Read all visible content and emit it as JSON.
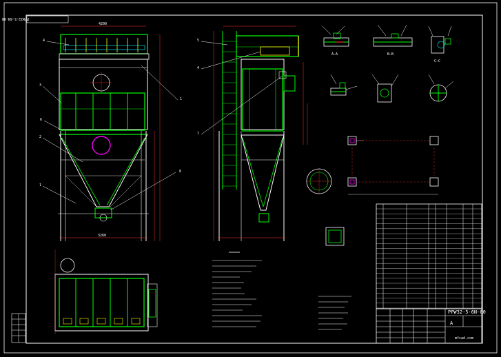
{
  "drawing": {
    "title_rotated": "PPW32-5-6N-00",
    "drawing_no": "PPW32-5-6N-00",
    "revision": "A",
    "watermark": "mfcad.com"
  },
  "views": {
    "section_aa": "A—A",
    "section_bb": "B—B",
    "section_cc": "C—C",
    "dim_top": "4200",
    "dim_bottom": "3260"
  },
  "colors": {
    "background": "#000000",
    "frame": "#ffffff",
    "structure": "#00ff00",
    "outline": "#ffffff",
    "dimension": "#ff3030",
    "hidden": "#00ffff",
    "magenta": "#ff00ff",
    "yellow": "#ffff00"
  }
}
